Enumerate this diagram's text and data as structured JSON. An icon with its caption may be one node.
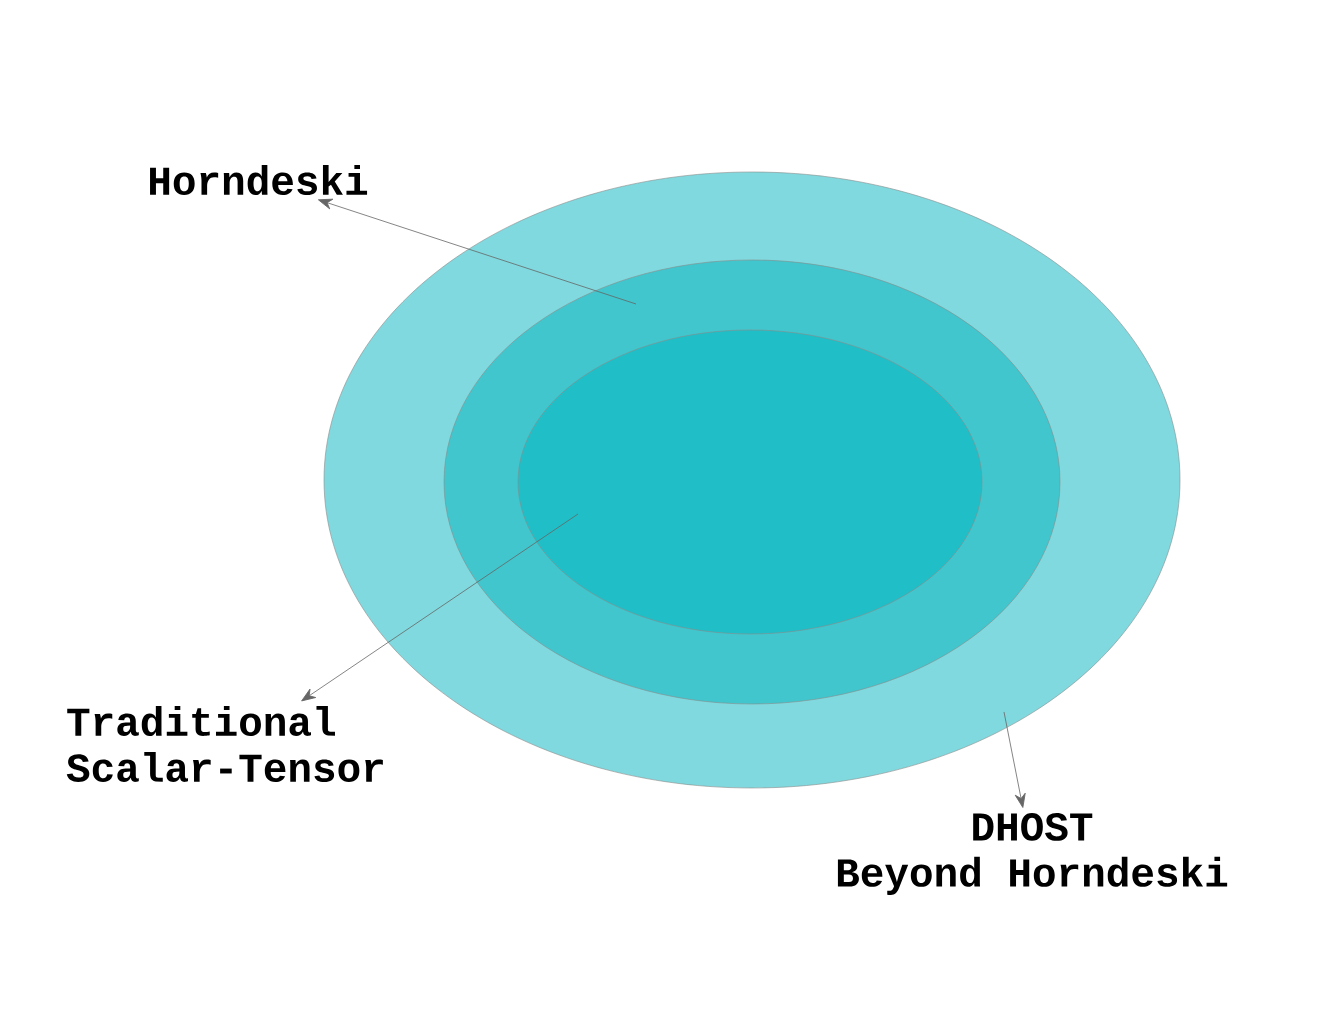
{
  "diagram": {
    "nodes": [
      {
        "text": [],
        "shape": "ellipse"
      },
      {
        "text": [],
        "shape": "ellipse",
        "in": 0
      },
      {
        "text": [],
        "shape": "ellipse",
        "in": 1
      },
      {
        "text": [
          "Horndeski"
        ]
      },
      {
        "text": [
          "Traditional Scalar-Tensor"
        ]
      },
      {
        "text": [
          "DHOST",
          "Beyond Horndeski"
        ]
      }
    ],
    "edges": [
      {
        "from": 1,
        "to": 3,
        "arrow": "to"
      },
      {
        "from": 2,
        "to": 4,
        "arrow": "to"
      },
      {
        "from": 0,
        "to": 5,
        "arrow": "to"
      }
    ]
  }
}
